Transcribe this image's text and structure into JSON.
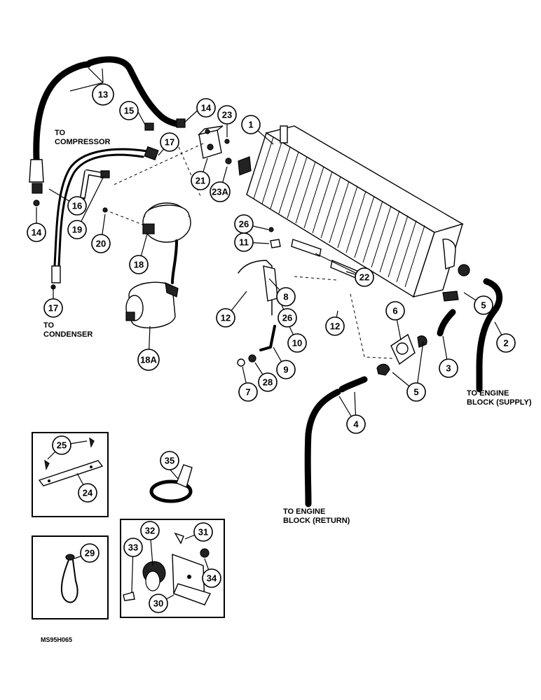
{
  "labels": {
    "to_compressor_1": "TO",
    "to_compressor_2": "COMPRESSOR",
    "to_condenser_1": "TO",
    "to_condenser_2": "CONDENSER",
    "engine_supply_1": "TO ENGINE",
    "engine_supply_2": "BLOCK (SUPPLY)",
    "engine_return_1": "TO ENGINE",
    "engine_return_2": "BLOCK (RETURN)",
    "figure_code": "MS95H065"
  },
  "callouts": {
    "c13": "13",
    "c15": "15",
    "c14a": "14",
    "c23": "23",
    "c1": "1",
    "c17a": "17",
    "c21": "21",
    "c23a": "23A",
    "c16": "16",
    "c14b": "14",
    "c19": "19",
    "c20": "20",
    "c26a": "26",
    "c11": "11",
    "c18": "18",
    "c22": "22",
    "c17b": "17",
    "c8": "8",
    "c26b": "26",
    "c12a": "12",
    "c12b": "12",
    "c6": "6",
    "c5a": "5",
    "c2": "2",
    "c10": "10",
    "c18a": "18A",
    "c9": "9",
    "c3": "3",
    "c7": "7",
    "c28": "28",
    "c5b": "5",
    "c4": "4",
    "c25": "25",
    "c24": "24",
    "c35": "35",
    "c32": "32",
    "c31": "31",
    "c33": "33",
    "c29": "29",
    "c34": "34",
    "c30": "30"
  }
}
